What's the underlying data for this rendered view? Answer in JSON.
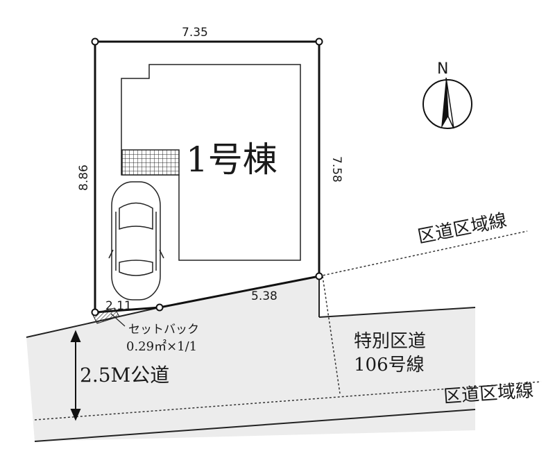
{
  "plan": {
    "dimensions": {
      "top": "7.35",
      "left": "8.86",
      "right": "7.58",
      "front": "5.38",
      "front_short": "2.11"
    },
    "building_label": "1号棟",
    "setback": {
      "line1": "セットバック",
      "line2": "0.29㎡×1/1"
    },
    "road_width_label": "2.5M公道",
    "special_road": {
      "line1": "特別区道",
      "line2": "106号線"
    },
    "district_line_upper": "区道区域線",
    "district_line_lower": "区道区域線",
    "compass_label": "N"
  }
}
